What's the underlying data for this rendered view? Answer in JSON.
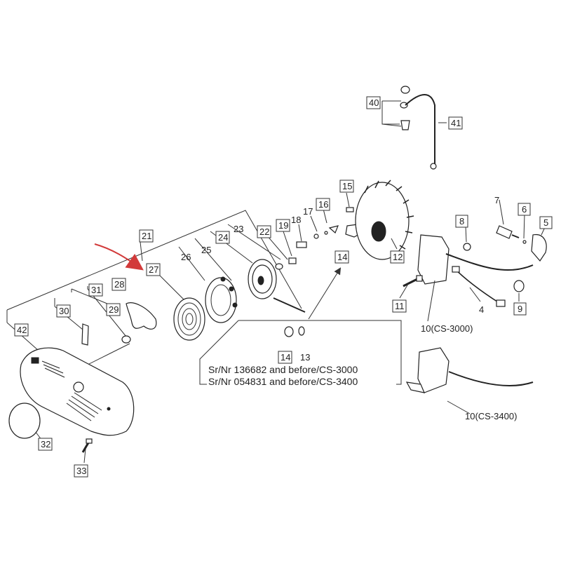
{
  "callouts": {
    "c4": "4",
    "c5": "5",
    "c6": "6",
    "c7": "7",
    "c8": "8",
    "c9": "9",
    "c10a": "10(CS-3000)",
    "c10b": "10(CS-3400)",
    "c11": "11",
    "c12": "12",
    "c13": "13",
    "c14a": "14",
    "c14b": "14",
    "c15": "15",
    "c16": "16",
    "c17": "17",
    "c18": "18",
    "c19": "19",
    "c21": "21",
    "c22": "22",
    "c23": "23",
    "c24": "24",
    "c25": "25",
    "c26": "26",
    "c27": "27",
    "c28": "28",
    "c29": "29",
    "c30": "30",
    "c31": "31",
    "c32": "32",
    "c33": "33",
    "c40": "40",
    "c41": "41",
    "c42": "42"
  },
  "note": {
    "line1": "Sr/Nr 136682 and before/CS-3000",
    "line2": "Sr/Nr 054831 and before/CS-3400"
  },
  "colors": {
    "line": "#333333",
    "highlight_arrow": "#d23a3a"
  }
}
